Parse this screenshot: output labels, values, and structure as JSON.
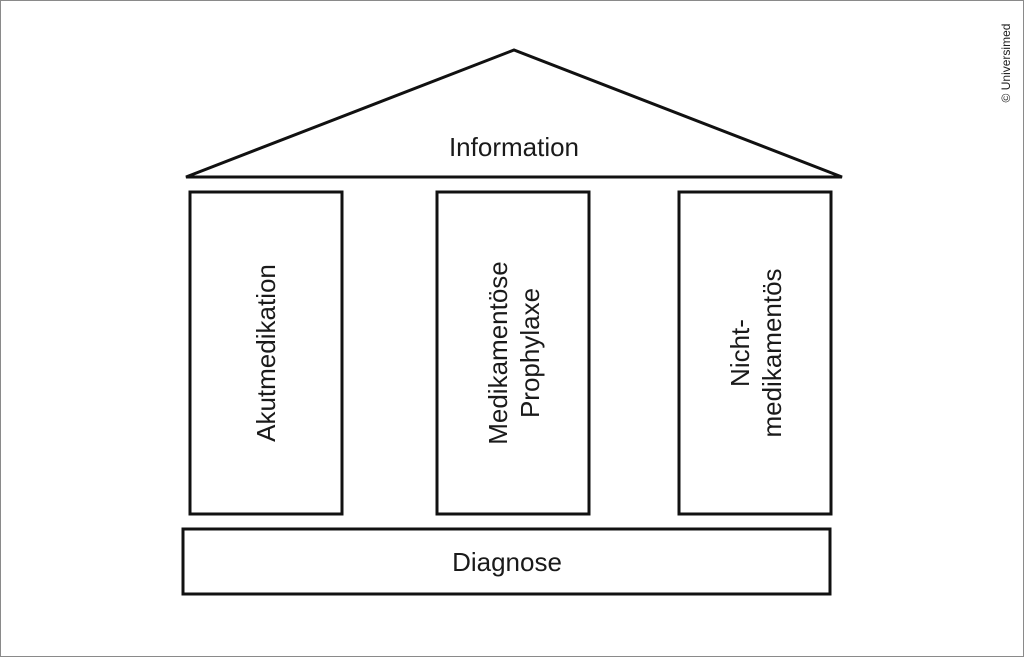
{
  "diagram": {
    "roof_label": "Information",
    "pillars": [
      {
        "lines": [
          "Akutmedikation"
        ]
      },
      {
        "lines": [
          "Medikamentöse",
          "Prophylaxe"
        ]
      },
      {
        "lines": [
          "Nicht-",
          "medikamentös"
        ]
      }
    ],
    "base_label": "Diagnose"
  },
  "copyright": "© Universimed"
}
